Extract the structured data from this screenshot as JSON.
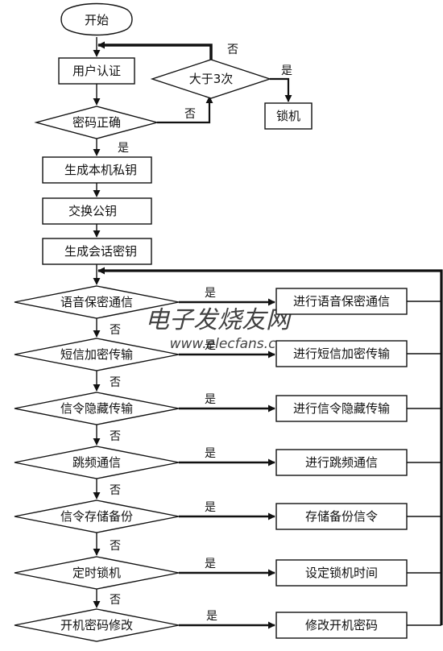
{
  "nodes": {
    "start": "开始",
    "auth": "用户认证",
    "gt3": "大于3次",
    "lock": "锁机",
    "pwd_ok": "密码正确",
    "gen_key": "生成本机私钥",
    "exchange": "交换公钥",
    "session_key": "生成会话密钥",
    "d_voice": "语音保密通信",
    "a_voice": "进行语音保密通信",
    "d_sms": "短信加密传输",
    "a_sms": "进行短信加密传输",
    "d_sig": "信令隐藏传输",
    "a_sig": "进行信令隐藏传输",
    "d_hop": "跳频通信",
    "a_hop": "进行跳频通信",
    "d_store": "信令存储备份",
    "a_store": "存储备份信令",
    "d_timer": "定时锁机",
    "a_timer": "设定锁机时间",
    "d_boot": "开机密码修改",
    "a_boot": "修改开机密码"
  },
  "labels": {
    "yes": "是",
    "no": "否"
  },
  "watermark": {
    "cn": "电子发烧友网",
    "en": "www.elecfans.com"
  }
}
